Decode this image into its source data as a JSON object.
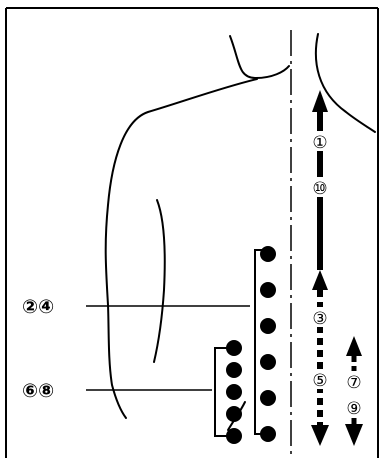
{
  "labels": {
    "group_upper": "②④",
    "group_lower": "⑥⑧",
    "step_1": "①",
    "step_10": "⑩",
    "step_3": "③",
    "step_5": "⑤",
    "step_7": "⑦",
    "step_9": "⑨"
  },
  "dot_groups": {
    "upper": {
      "label": "②④",
      "dot_count": 6
    },
    "lower": {
      "label": "⑥⑧",
      "dot_count": 5
    }
  },
  "colors": {
    "ink": "#000000",
    "paper": "#ffffff"
  },
  "icons": [
    "arrow-up-icon",
    "arrow-down-icon"
  ]
}
